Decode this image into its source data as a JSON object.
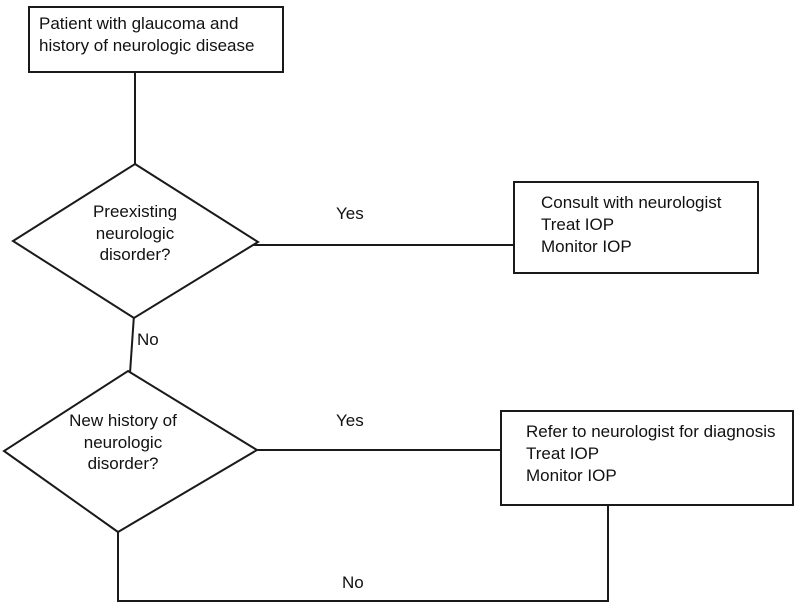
{
  "flowchart": {
    "nodes": {
      "start": {
        "shape": "rectangle",
        "lines": [
          "Patient with glaucoma and",
          "history of neurologic disease"
        ]
      },
      "decision_preexisting": {
        "shape": "diamond",
        "lines": [
          "Preexisting",
          "neurologic",
          "disorder?"
        ]
      },
      "outcome_consult": {
        "shape": "rectangle",
        "lines": [
          "Consult with neurologist",
          "Treat IOP",
          "Monitor IOP"
        ]
      },
      "decision_new_history": {
        "shape": "diamond",
        "lines": [
          "New history of",
          "neurologic",
          "disorder?"
        ]
      },
      "outcome_refer": {
        "shape": "rectangle",
        "lines": [
          "Refer to neurologist for diagnosis",
          "Treat IOP",
          "Monitor IOP"
        ]
      }
    },
    "edge_labels": {
      "preexisting_yes": "Yes",
      "preexisting_no": "No",
      "new_history_yes": "Yes",
      "new_history_no": "No"
    },
    "colors": {
      "line": "#1a1a1a",
      "background": "#ffffff",
      "text": "#111111"
    }
  }
}
